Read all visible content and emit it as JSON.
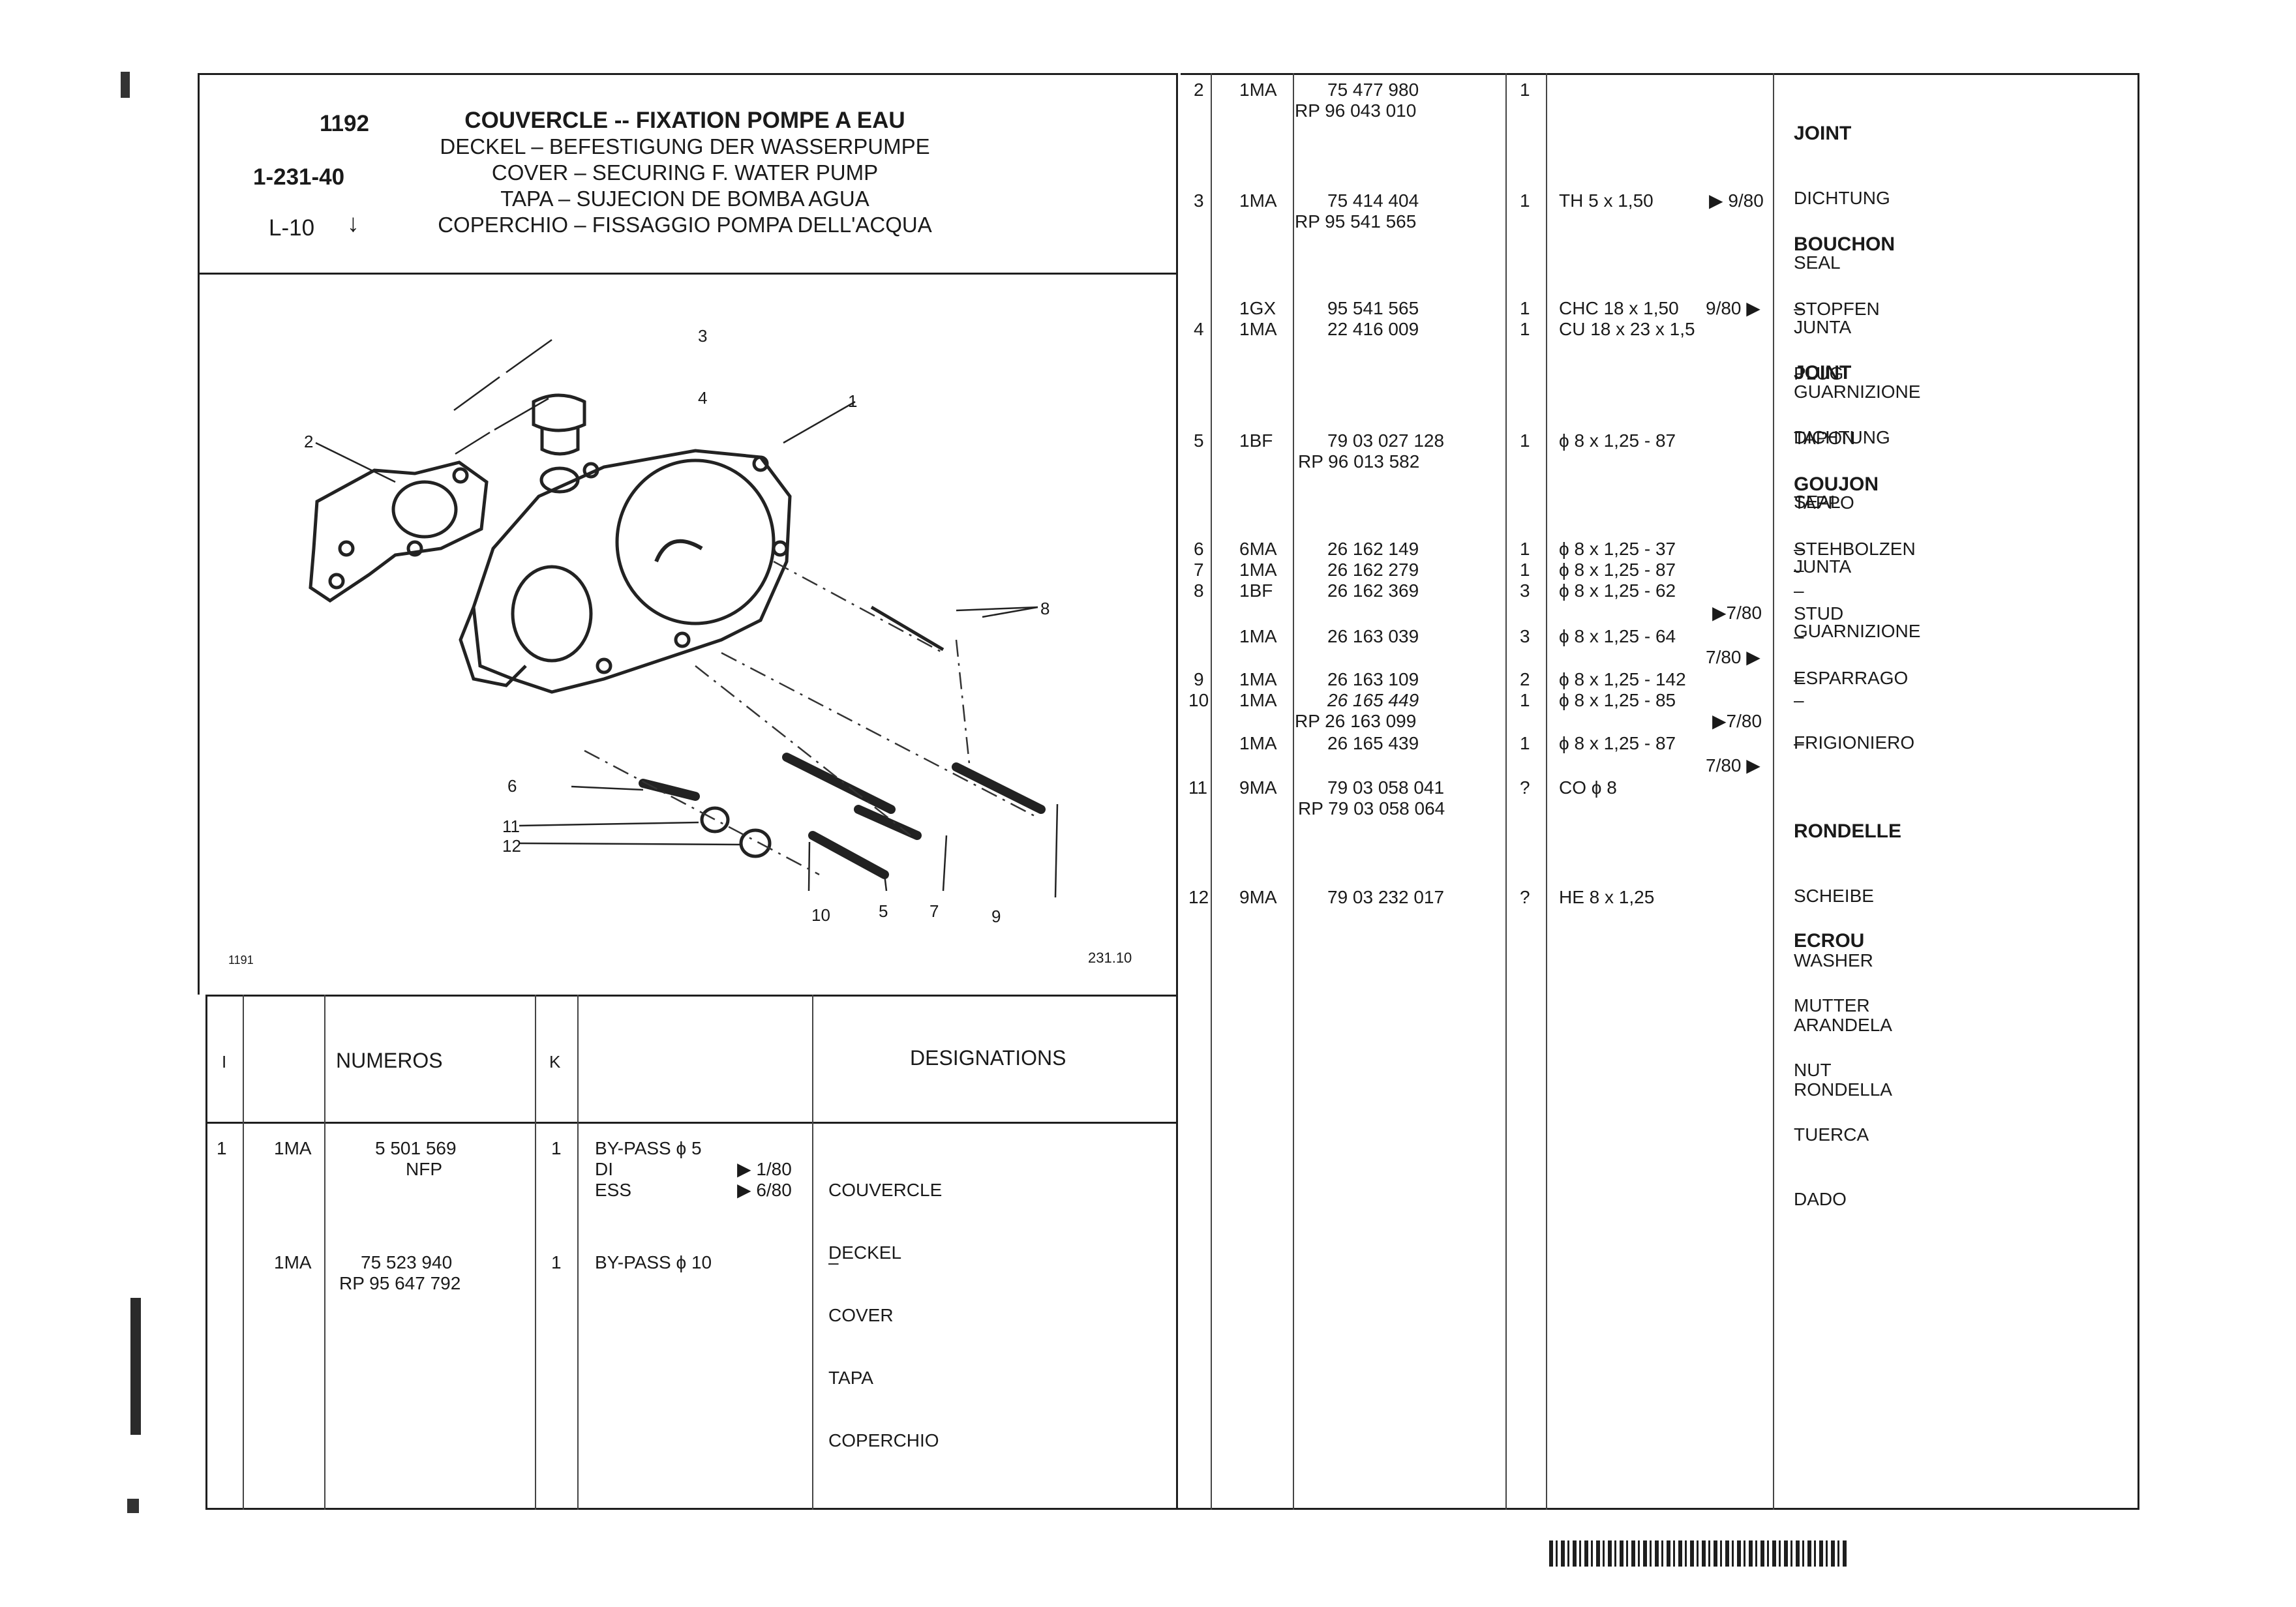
{
  "header": {
    "ref_number": "1192",
    "code": "1-231-40",
    "subcode": "L-10",
    "titles": [
      "COUVERCLE -- FIXATION POMPE A EAU",
      "DECKEL – BEFESTIGUNG DER WASSERPUMPE",
      "COVER – SECURING F. WATER PUMP",
      "TAPA – SUJECION DE BOMBA AGUA",
      "COPERCHIO – FISSAGGIO POMPA DELL'ACQUA"
    ]
  },
  "diagram": {
    "callouts": [
      "1",
      "2",
      "3",
      "4",
      "5",
      "6",
      "7",
      "8",
      "9",
      "10",
      "11",
      "12"
    ],
    "fig_left": "1191",
    "fig_right": "231.10"
  },
  "table_header": {
    "col_i": "I",
    "col_numeros": "NUMEROS",
    "col_k": "K",
    "col_designations": "DESIGNATIONS"
  },
  "left_rows": [
    {
      "item": "1",
      "code": "1MA",
      "number": "5 501 569",
      "sub": "NFP",
      "qty": "1",
      "spec": [
        "BY-PASS ϕ 5",
        "DI",
        "ESS"
      ],
      "dates": [
        "▶ 1/80",
        "▶ 6/80"
      ],
      "designations": [
        "COUVERCLE",
        "DECKEL",
        "COVER",
        "TAPA",
        "COPERCHIO"
      ]
    },
    {
      "item": "",
      "code": "1MA",
      "number": "75 523 940",
      "sub": "RP 95 647 792",
      "qty": "1",
      "spec": [
        "BY-PASS ϕ 10"
      ],
      "dates": [],
      "designations": [
        "–"
      ]
    }
  ],
  "right_rows": [
    {
      "item": "2",
      "code": "1MA",
      "number": "75 477 980",
      "rp": "RP 96 043 010",
      "qty": "1",
      "spec": "",
      "date": "",
      "desig": [
        "JOINT",
        "DICHTUNG",
        "SEAL",
        "JUNTA",
        "GUARNIZIONE"
      ]
    },
    {
      "item": "3",
      "code": "1MA",
      "number": "75 414 404",
      "rp": "RP 95 541 565",
      "qty": "1",
      "spec": "TH 5 x 1,50",
      "date": "▶ 9/80",
      "desig": [
        "BOUCHON",
        "STOPFEN",
        "PLUG",
        "TAPON",
        "TAPPO"
      ]
    },
    {
      "item": "",
      "code": "1GX",
      "number": "95 541 565",
      "rp": "",
      "qty": "1",
      "spec": "CHC 18 x 1,50",
      "date": "9/80 ▶",
      "desig": [
        "–"
      ]
    },
    {
      "item": "4",
      "code": "1MA",
      "number": "22 416 009",
      "rp": "",
      "qty": "1",
      "spec": "CU 18 x 23 x 1,5",
      "date": "",
      "desig": [
        "JOINT",
        "DICHTUNG",
        "SEAL",
        "JUNTA",
        "GUARNIZIONE"
      ]
    },
    {
      "item": "5",
      "code": "1BF",
      "number": "79 03 027 128",
      "rp": "RP 96 013 582",
      "qty": "1",
      "spec": "ϕ 8 x 1,25 - 87",
      "date": "",
      "desig": [
        "GOUJON",
        "STEHBOLZEN",
        "STUD",
        "ESPARRAGO",
        "FRIGIONIERO"
      ]
    },
    {
      "item": "6",
      "code": "6MA",
      "number": "26 162 149",
      "rp": "",
      "qty": "1",
      "spec": "ϕ 8 x 1,25 - 37",
      "date": "",
      "desig": [
        "–"
      ]
    },
    {
      "item": "7",
      "code": "1MA",
      "number": "26 162 279",
      "rp": "",
      "qty": "1",
      "spec": "ϕ 8 x 1,25 - 87",
      "date": "",
      "desig": [
        "–"
      ]
    },
    {
      "item": "8",
      "code": "1BF",
      "number": "26 162 369",
      "rp": "",
      "qty": "3",
      "spec": "ϕ 8 x 1,25 - 62",
      "date": "▶7/80",
      "desig": [
        "–"
      ]
    },
    {
      "item": "",
      "code": "1MA",
      "number": "26 163 039",
      "rp": "",
      "qty": "3",
      "spec": "ϕ 8 x 1,25 - 64",
      "date": "7/80 ▶",
      "desig": [
        "–"
      ]
    },
    {
      "item": "9",
      "code": "1MA",
      "number": "26 163 109",
      "rp": "",
      "qty": "2",
      "spec": "ϕ 8 x 1,25 - 142",
      "date": "",
      "desig": [
        "–"
      ]
    },
    {
      "item": "10",
      "code": "1MA",
      "number": "26 165 449",
      "rp": "RP 26 163 099",
      "qty": "1",
      "spec": "ϕ 8 x 1,25 - 85",
      "date": "▶7/80",
      "desig": [
        "–"
      ]
    },
    {
      "item": "",
      "code": "1MA",
      "number": "26 165 439",
      "rp": "",
      "qty": "1",
      "spec": "ϕ 8 x 1,25 - 87",
      "date": "7/80 ▶",
      "desig": [
        "–"
      ]
    },
    {
      "item": "11",
      "code": "9MA",
      "number": "79 03 058 041",
      "rp": "RP 79 03 058 064",
      "qty": "?",
      "spec": "CO ϕ 8",
      "date": "",
      "desig": [
        "RONDELLE",
        "SCHEIBE",
        "WASHER",
        "ARANDELA",
        "RONDELLA"
      ]
    },
    {
      "item": "12",
      "code": "9MA",
      "number": "79 03 232 017",
      "rp": "",
      "qty": "?",
      "spec": "HE 8 x 1,25",
      "date": "",
      "desig": [
        "ECROU",
        "MUTTER",
        "NUT",
        "TUERCA",
        "DADO"
      ]
    }
  ]
}
